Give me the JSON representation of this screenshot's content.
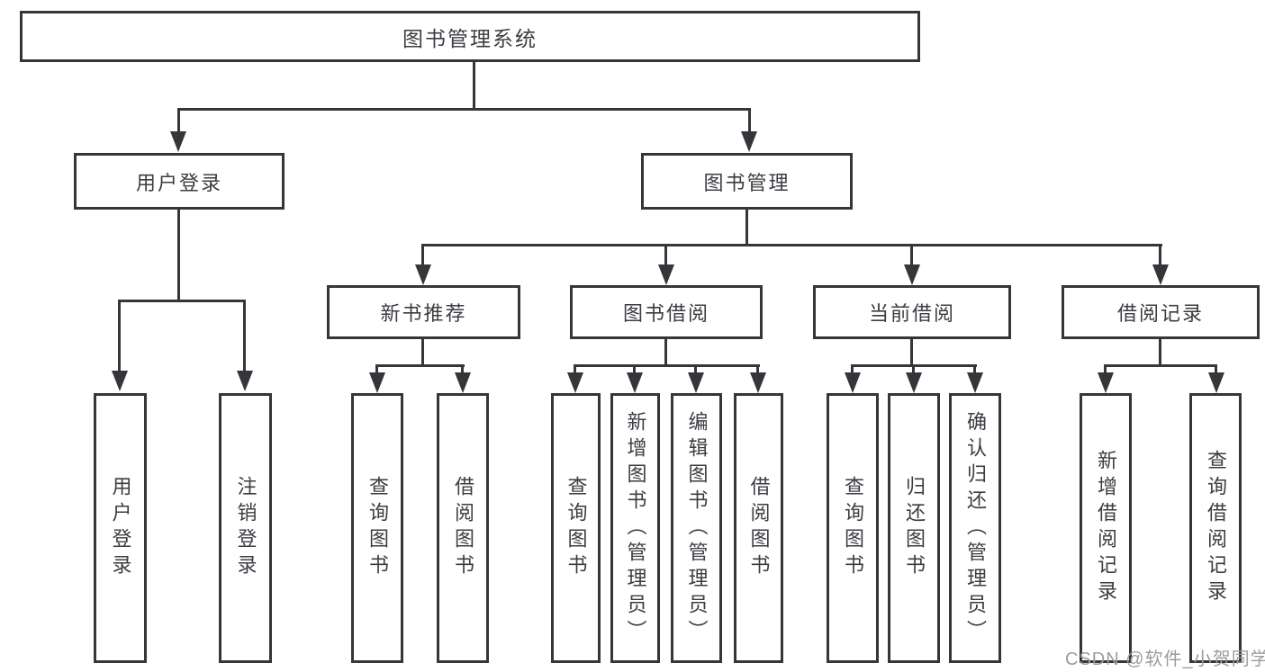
{
  "colors": {
    "line": "#35363a",
    "text": "#3c3d42",
    "watermark": "#9c9ca0",
    "background": "#ffffff"
  },
  "watermark": {
    "text": "CSDN @软件_小贺同学"
  },
  "tree": {
    "label": "图书管理系统",
    "children": [
      {
        "label": "用户登录",
        "children": [
          {
            "label": "用户登录"
          },
          {
            "label": "注销登录"
          }
        ]
      },
      {
        "label": "图书管理",
        "children": [
          {
            "label": "新书推荐",
            "children": [
              {
                "label": "查询图书"
              },
              {
                "label": "借阅图书"
              }
            ]
          },
          {
            "label": "图书借阅",
            "children": [
              {
                "label": "查询图书"
              },
              {
                "label": "新增图书（管理员）"
              },
              {
                "label": "编辑图书（管理员）"
              },
              {
                "label": "借阅图书"
              }
            ]
          },
          {
            "label": "当前借阅",
            "children": [
              {
                "label": "查询图书"
              },
              {
                "label": "归还图书"
              },
              {
                "label": "确认归还（管理员）"
              }
            ]
          },
          {
            "label": "借阅记录",
            "children": [
              {
                "label": "新增借阅记录"
              },
              {
                "label": "查询借阅记录"
              }
            ]
          }
        ]
      }
    ]
  }
}
